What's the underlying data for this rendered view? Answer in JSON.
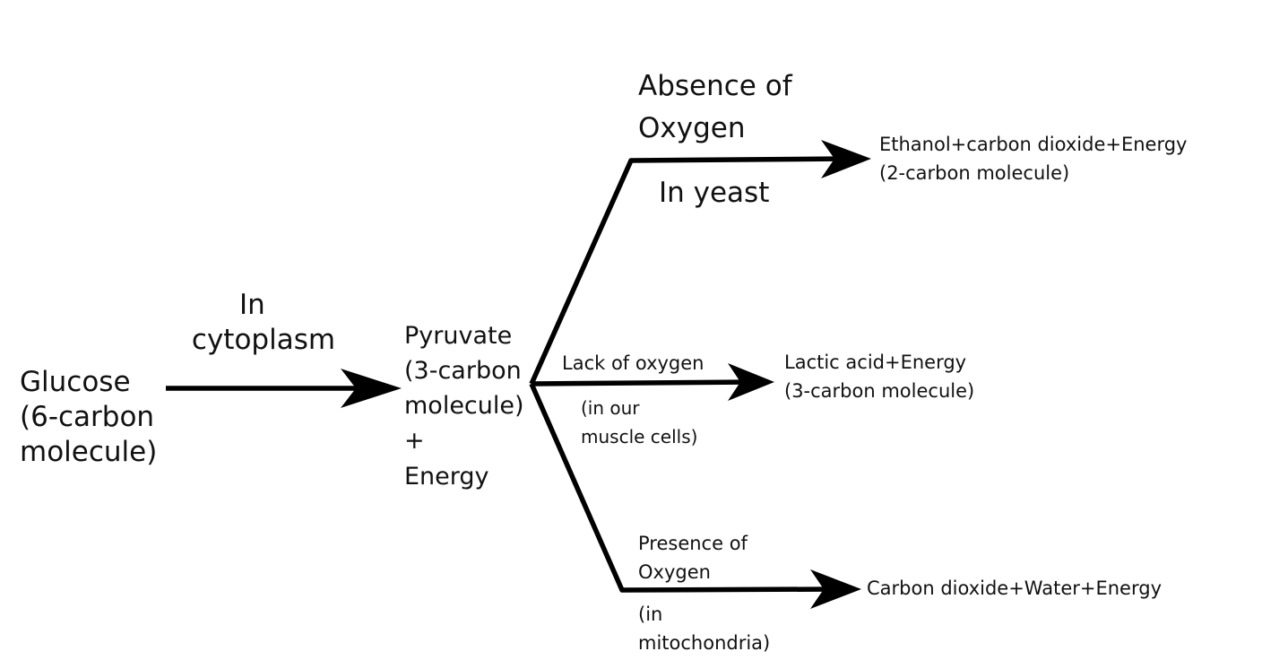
{
  "nodes": {
    "glucose": [
      "Glucose",
      "(6-carbon",
      "molecule)"
    ],
    "pyruvate": [
      "Pyruvate",
      "(3-carbon",
      "molecule)",
      "+",
      "Energy"
    ],
    "ethanol_product": [
      "Ethanol+carbon dioxide+Energy",
      "(2-carbon molecule)"
    ],
    "lactic_product": [
      "Lactic acid+Energy",
      "(3-carbon molecule)"
    ],
    "aerobic_product": [
      "Carbon dioxide+Water+Energy"
    ]
  },
  "edge_labels": {
    "cytoplasm": [
      "In",
      "cytoplasm"
    ],
    "absence_of_oxygen": [
      "Absence of",
      "Oxygen"
    ],
    "in_yeast": "In yeast",
    "lack_of_oxygen": "Lack of oxygen",
    "in_muscle_cells": [
      "(in our",
      "muscle cells)"
    ],
    "presence_of_oxygen": [
      "Presence of",
      "Oxygen"
    ],
    "in_mitochondria": [
      "(in",
      "mitochondria)"
    ]
  },
  "colors": {
    "line": "#000000",
    "text": "#111111",
    "background": "#ffffff"
  }
}
